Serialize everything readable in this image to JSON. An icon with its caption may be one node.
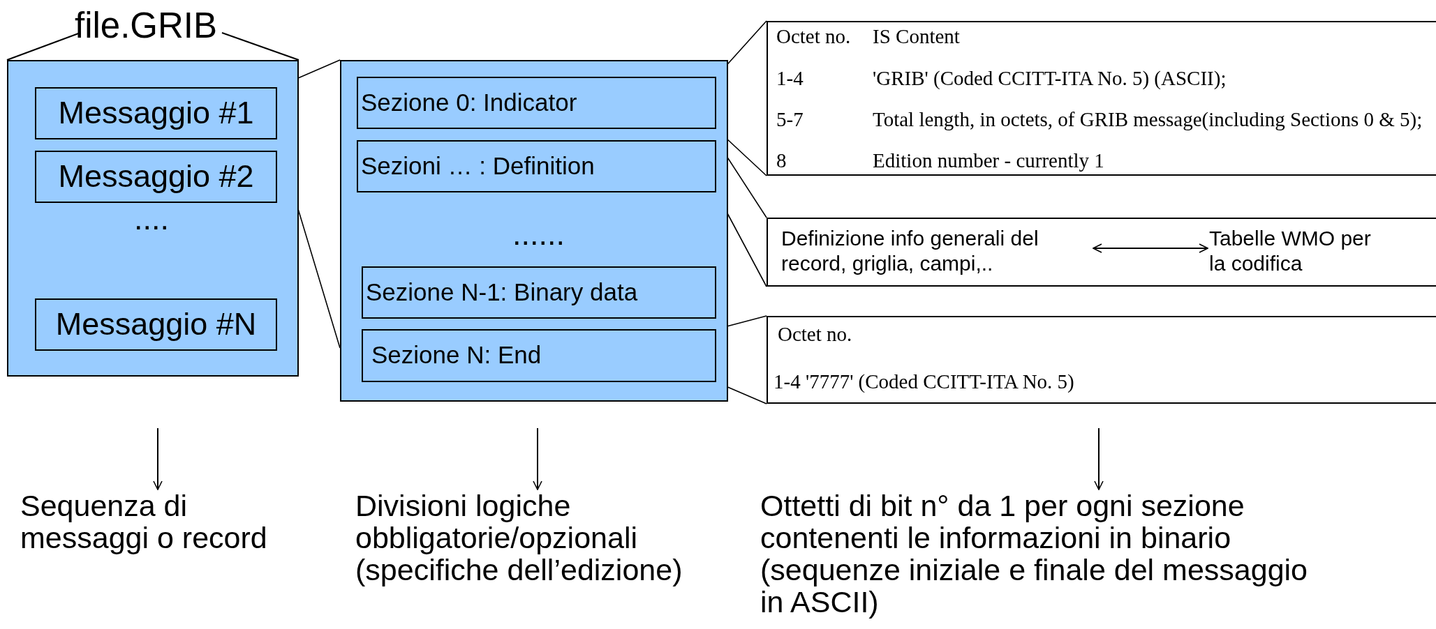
{
  "diagram": {
    "nodes": [
      {
        "text": [
          "file.GRIB",
          "...."
        ]
      },
      {
        "text": [
          "Messaggio #1"
        ],
        "in": 0
      },
      {
        "text": [
          "Messaggio #2"
        ],
        "in": 0
      },
      {
        "text": [
          "Messaggio #N"
        ],
        "in": 0
      },
      {
        "text": [
          "......"
        ]
      },
      {
        "text": [
          "Sezione 0: Indicator"
        ],
        "in": 4
      },
      {
        "text": [
          "Sezioni … : Definition"
        ],
        "in": 4
      },
      {
        "text": [
          "Sezione N-1: Binary data"
        ],
        "in": 4
      },
      {
        "text": [
          "Sezione N: End"
        ],
        "in": 4
      },
      {
        "text": [
          "Octet no.",
          "IS Content",
          "1-4",
          "'GRIB' (Coded CCITT-ITA No. 5) (ASCII);",
          "5-7",
          "Total length, in octets, of GRIB message(including Sections 0 & 5);",
          "8",
          "Edition number - currently 1"
        ]
      },
      {
        "text": [],
        "shape": "box"
      },
      {
        "text": [
          "Definizione info generali del record, griglia, campi,.."
        ],
        "in": 10
      },
      {
        "text": [
          "Tabelle WMO per la codifica"
        ],
        "in": 10
      },
      {
        "text": [
          "Octet no.",
          "1-4 '7777' (Coded CCITT-ITA No. 5)"
        ]
      },
      {
        "text": [
          "Sequenza di messaggi o record"
        ]
      },
      {
        "text": [
          "Divisioni logiche obbligatorie/opzionali (specifiche dell’edizione)"
        ]
      },
      {
        "text": [
          "Ottetti di bit n° da 1 per ogni sezione contenenti le informazioni in binario (sequenze iniziale e finale del messaggio in ASCII)"
        ]
      }
    ],
    "edges": [
      {
        "from": 1,
        "to": 4,
        "arrow": "none"
      },
      {
        "from": 5,
        "to": 9,
        "arrow": "none"
      },
      {
        "from": 6,
        "to": 10,
        "arrow": "none"
      },
      {
        "from": 8,
        "to": 13,
        "arrow": "none"
      },
      {
        "from": 11,
        "to": 12,
        "arrow": "both"
      },
      {
        "from": null,
        "to": 14,
        "arrow": "to"
      },
      {
        "from": null,
        "to": 15,
        "arrow": "to"
      },
      {
        "from": null,
        "to": 16,
        "arrow": "to"
      }
    ]
  }
}
